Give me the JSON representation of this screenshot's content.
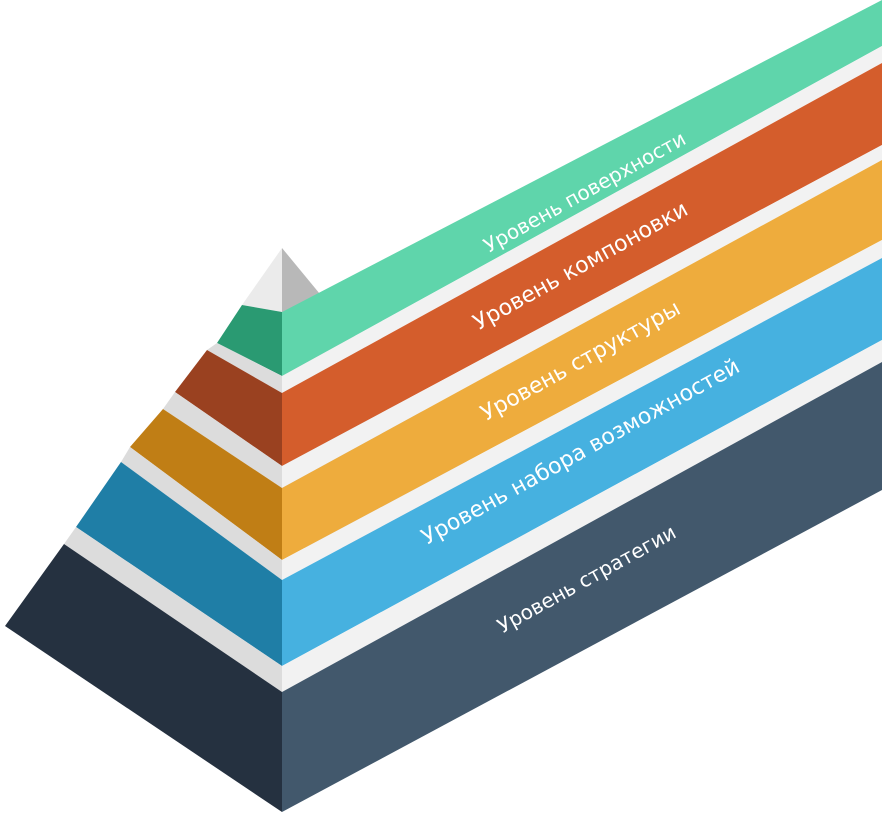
{
  "diagram": {
    "levels": [
      {
        "key": "surface",
        "label": "Уровень поверхности",
        "band_color": "#5fd5ab",
        "left_color": "#2a9a72"
      },
      {
        "key": "skeleton",
        "label": "Уровень компоновки",
        "band_color": "#d45d2c",
        "left_color": "#9a4120"
      },
      {
        "key": "structure",
        "label": "Уровень структуры",
        "band_color": "#eeac3d",
        "left_color": "#c07e15"
      },
      {
        "key": "scope",
        "label": "Уровень набора возможностей",
        "band_color": "#46b1e0",
        "left_color": "#1f7ea6"
      },
      {
        "key": "strategy",
        "label": "Уровень стратегии",
        "band_color": "#42586c",
        "left_color": "#253140"
      }
    ],
    "colors": {
      "apex_left": "#ebebeb",
      "apex_right": "#b8b8b8",
      "gap_left": "#dcdcdc",
      "gap_right": "#f2f2f2",
      "shadow": "#c9c9c9"
    }
  }
}
